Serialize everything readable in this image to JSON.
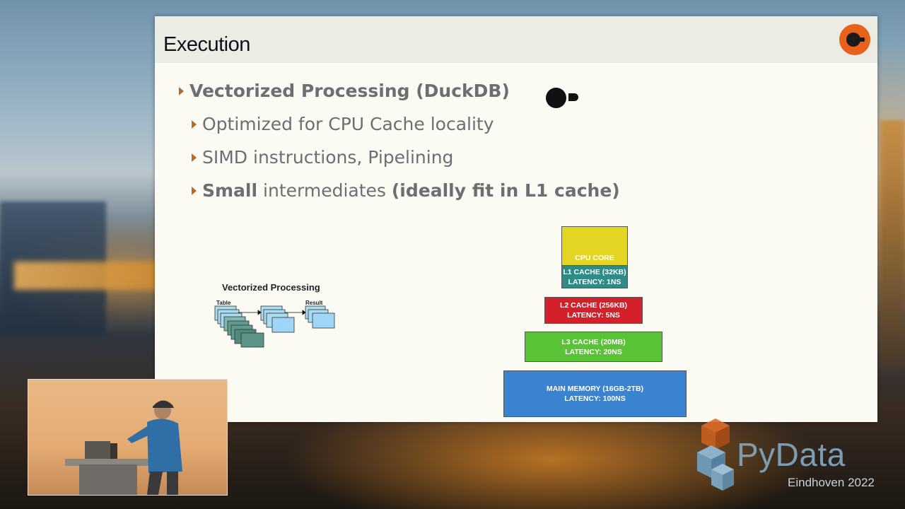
{
  "slide": {
    "title": "Execution",
    "bullets": [
      {
        "parts": [
          "Vectorized Processing (DuckDB)"
        ]
      },
      {
        "parts": [
          "Optimized for CPU Cache locality"
        ]
      },
      {
        "parts": [
          "SIMD instructions, Pipelining"
        ]
      },
      {
        "parts": [
          "Small",
          " intermediates ",
          "(ideally fit in L1 cache)"
        ]
      }
    ]
  },
  "vectorized_diagram": {
    "title": "Vectorized Processing",
    "table_label": "Table",
    "result_label": "Result"
  },
  "cache_pyramid": {
    "cpu": "CPU CORE",
    "l1": [
      "L1 CACHE (32KB)",
      "LATENCY: 1NS"
    ],
    "l2": [
      "L2 CACHE (256KB)",
      "LATENCY: 5NS"
    ],
    "l3": [
      "L3 CACHE (20MB)",
      "LATENCY: 20NS"
    ],
    "mm": [
      "MAIN MEMORY (16GB-2TB)",
      "LATENCY: 100NS"
    ]
  },
  "event": {
    "name": "PyData",
    "location": "Eindhoven 2022"
  },
  "colors": {
    "accent_orange": "#e8621c",
    "bullet_marker": "#b86a2a",
    "cpu_core": "#e4d522",
    "l1": "#2f8b86",
    "l2": "#d3202a",
    "l3": "#58c334",
    "main_memory": "#3a83d1"
  }
}
